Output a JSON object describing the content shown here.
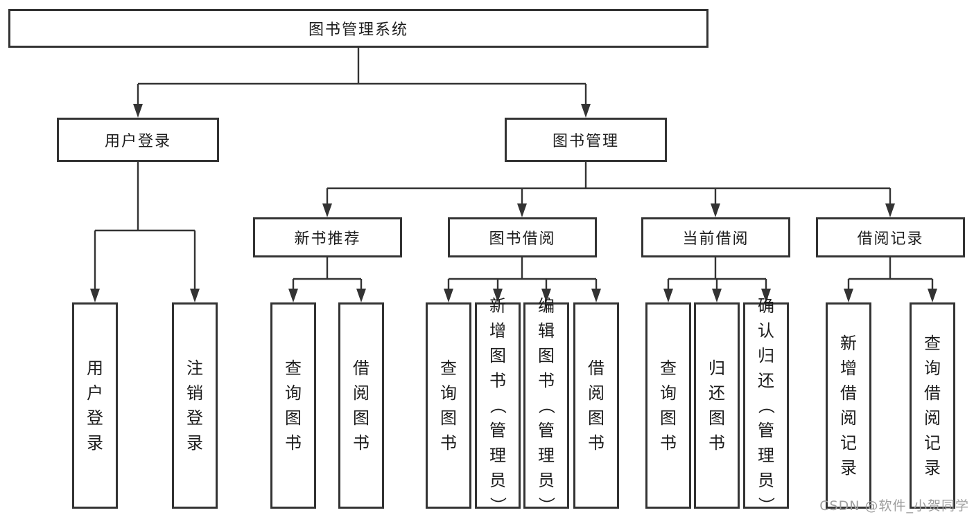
{
  "tree": {
    "label": "图书管理系统",
    "children": [
      {
        "label": "用户登录",
        "children": [
          {
            "label": "用户登录"
          },
          {
            "label": "注销登录"
          }
        ]
      },
      {
        "label": "图书管理",
        "children": [
          {
            "label": "新书推荐",
            "children": [
              {
                "label": "查询图书"
              },
              {
                "label": "借阅图书"
              }
            ]
          },
          {
            "label": "图书借阅",
            "children": [
              {
                "label": "查询图书"
              },
              {
                "label": "新增图书（管理员）"
              },
              {
                "label": "编辑图书（管理员）"
              },
              {
                "label": "借阅图书"
              }
            ]
          },
          {
            "label": "当前借阅",
            "children": [
              {
                "label": "查询图书"
              },
              {
                "label": "归还图书"
              },
              {
                "label": "确认归还（管理员）"
              }
            ]
          },
          {
            "label": "借阅记录",
            "children": [
              {
                "label": "新增借阅记录"
              },
              {
                "label": "查询借阅记录"
              }
            ]
          }
        ]
      }
    ]
  },
  "watermark": "CSDN @软件_小贺同学",
  "colors": {
    "line": "#333333",
    "text": "#1c1c1c",
    "background": "#ffffff",
    "watermark": "#9e9e9e"
  }
}
